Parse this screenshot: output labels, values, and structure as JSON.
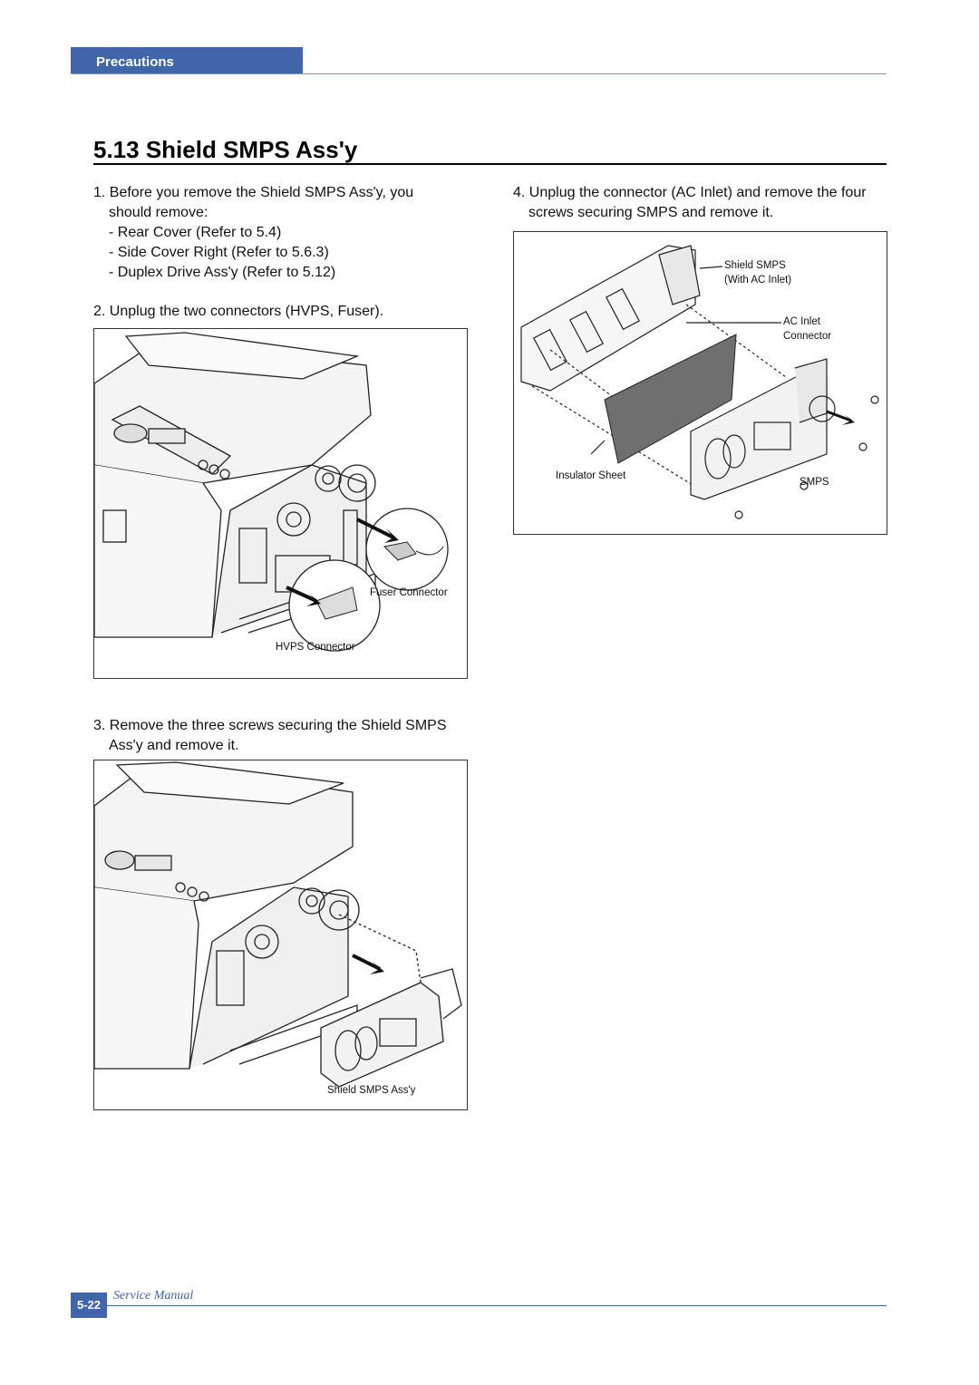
{
  "header": {
    "section_tab": "Precautions"
  },
  "title": "5.13 Shield SMPS Ass'y",
  "steps": {
    "s1_line1": "1. Before you remove the Shield SMPS  Ass'y, you",
    "s1_line2": "should remove:",
    "s1_sub1": "- Rear Cover (Refer to 5.4)",
    "s1_sub2": "- Side Cover Right (Refer to 5.6.3)",
    "s1_sub3": "- Duplex Drive Ass'y (Refer to 5.12)",
    "s2": "2. Unplug the two connectors (HVPS, Fuser).",
    "s3_line1": "3. Remove the three screws securing the Shield SMPS",
    "s3_line2": "Ass'y and remove it.",
    "s4_line1": "4. Unplug the connector (AC Inlet) and remove the four",
    "s4_line2": "screws securing SMPS and remove it."
  },
  "figures": {
    "fig1": {
      "fuser_label": "Fuser Connector",
      "hvps_label": "HVPS Connector"
    },
    "fig2": {
      "shield_label": "Shield SMPS Ass'y"
    },
    "fig3": {
      "shield_smps": "Shield SMPS",
      "with_ac_inlet": "(With AC Inlet)",
      "ac_inlet": "AC Inlet",
      "connector": "Connector",
      "insulator_sheet": "Insulator  Sheet",
      "smps": "SMPS"
    }
  },
  "footer": {
    "page_number": "5-22",
    "manual_label": "Service Manual"
  },
  "colors": {
    "accent": "#3f66a8",
    "rule": "#000000",
    "figure_border": "#333333"
  }
}
